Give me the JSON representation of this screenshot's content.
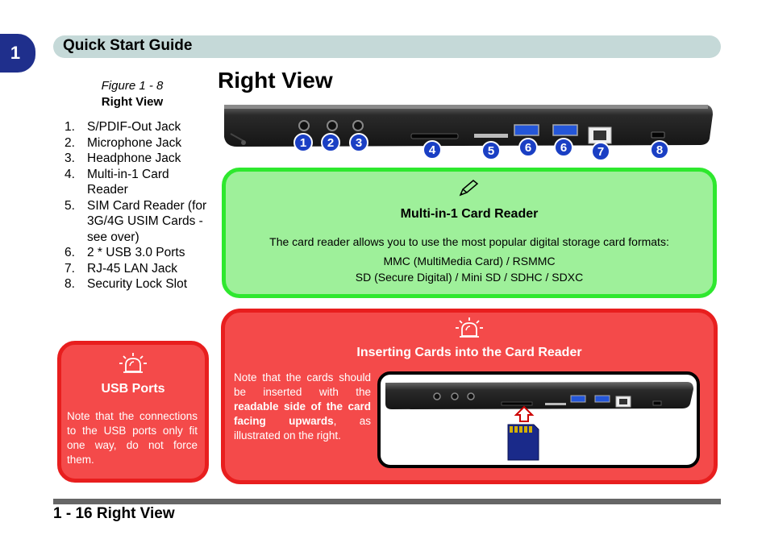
{
  "chapter_number": "1",
  "header": {
    "title": "Quick Start Guide"
  },
  "figure": {
    "number": "Figure 1 - 8",
    "title": "Right View"
  },
  "page_title": "Right View",
  "ports": [
    {
      "num": "1.",
      "label": "S/PDIF-Out Jack"
    },
    {
      "num": "2.",
      "label": "Microphone Jack"
    },
    {
      "num": "3.",
      "label": "Headphone Jack"
    },
    {
      "num": "4.",
      "label": "Multi-in-1 Card Reader"
    },
    {
      "num": "5.",
      "label": "SIM Card Reader (for 3G/4G USIM Cards - see over)"
    },
    {
      "num": "6.",
      "label": "2 * USB 3.0 Ports"
    },
    {
      "num": "7.",
      "label": "RJ-45 LAN Jack"
    },
    {
      "num": "8.",
      "label": "Security Lock Slot"
    }
  ],
  "callouts": [
    "1",
    "2",
    "3",
    "4",
    "5",
    "6",
    "6",
    "7",
    "8"
  ],
  "card_reader_note": {
    "icon": "pencil-icon",
    "title": "Multi-in-1 Card Reader",
    "line1": "The card reader allows you to use the most popular digital storage card formats:",
    "line2": "MMC (MultiMedia Card) / RSMMC",
    "line3": "SD (Secure Digital) / Mini SD / SDHC / SDXC"
  },
  "usb_warning": {
    "icon": "alarm-icon",
    "title": "USB Ports",
    "text": "Note that the connections to the USB ports only fit one way, do not force them."
  },
  "insert_warning": {
    "icon": "alarm-icon",
    "title": "Inserting Cards into the Card Reader",
    "text_before": "Note that the cards should be inserted with the ",
    "text_bold": "readable side of the card facing upwards",
    "text_after": ", as illustrated on the right."
  },
  "colors": {
    "chapter_tab": "#1f2f8c",
    "header_bar": "#c5d9d8",
    "note_fill": "#9ef09a",
    "note_border": "#2ee82e",
    "warning_fill": "#f44a4a",
    "warning_border": "#e81e1e",
    "callout": "#1a3fc4"
  },
  "footer": {
    "text": "1 - 16 Right View"
  }
}
